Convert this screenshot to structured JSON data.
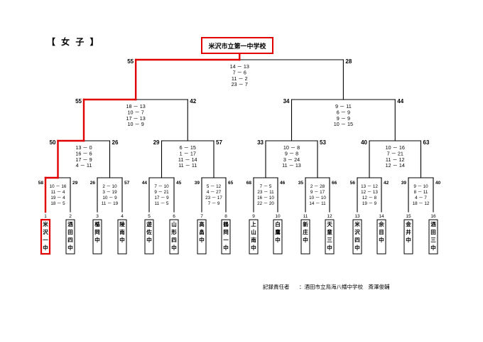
{
  "page": {
    "heading": "【 女 子 】",
    "champion": "米沢市立第一中学校",
    "footer_label": "記録責任者",
    "footer_value": "：酒田市立鳥海八幡中学校　斎澤俊輔"
  },
  "colors": {
    "win": "#e00000",
    "lose": "#000000"
  },
  "teams": [
    {
      "n": "1",
      "name": "米沢一中"
    },
    {
      "n": "2",
      "name": "酒田四中"
    },
    {
      "n": "3",
      "name": "楯岡中"
    },
    {
      "n": "4",
      "name": "陵南中"
    },
    {
      "n": "5",
      "name": "遊佐中"
    },
    {
      "n": "6",
      "name": "山形四中"
    },
    {
      "n": "7",
      "name": "高畠中"
    },
    {
      "n": "8",
      "name": "鶴岡一中"
    },
    {
      "n": "9",
      "name": "上山南中"
    },
    {
      "n": "10",
      "name": "白鷹中"
    },
    {
      "n": "11",
      "name": "新庄中"
    },
    {
      "n": "12",
      "name": "天童三中"
    },
    {
      "n": "13",
      "name": "米沢四中"
    },
    {
      "n": "14",
      "name": "余目中"
    },
    {
      "n": "15",
      "name": "金井中"
    },
    {
      "n": "16",
      "name": "酒田三中"
    }
  ],
  "rounds": [
    [
      {
        "ls": "58",
        "rs": "29",
        "w": "L",
        "q": [
          "10 － 16",
          "11 － 4",
          "19 － 4",
          "18 － 5"
        ]
      },
      {
        "ls": "26",
        "rs": "57",
        "w": "R",
        "q": [
          "2 － 10",
          "3 － 19",
          "10 － 9",
          "11 － 19"
        ]
      },
      {
        "ls": "44",
        "rs": "45",
        "w": "R",
        "q": [
          "7 － 10",
          "9 － 21",
          "17 － 9",
          "11 － 5"
        ]
      },
      {
        "ls": "39",
        "rs": "65",
        "w": "R",
        "q": [
          "5 － 12",
          "4 － 27",
          "23 － 17",
          "7 － 9"
        ]
      },
      {
        "ls": "68",
        "rs": "46",
        "w": "L",
        "q": [
          "7 － 5",
          "23 － 11",
          "16 － 10",
          "22 － 20"
        ]
      },
      {
        "ls": "35",
        "rs": "66",
        "w": "R",
        "q": [
          "2 － 28",
          "9 － 17",
          "10 － 10",
          "14 － 11"
        ]
      },
      {
        "ls": "56",
        "rs": "42",
        "w": "L",
        "q": [
          "13 － 12",
          "12 － 13",
          "12 － 8",
          "19 － 9"
        ]
      },
      {
        "ls": "39",
        "rs": "40",
        "w": "R",
        "q": [
          "9 － 10",
          "8 － 11",
          "4 － 7",
          "18 － 12"
        ]
      }
    ],
    [
      {
        "ls": "50",
        "rs": "26",
        "w": "L",
        "q": [
          "13 － 0",
          "16 － 6",
          "17 － 9",
          "4 － 11"
        ]
      },
      {
        "ls": "29",
        "rs": "57",
        "w": "R",
        "q": [
          "6 － 15",
          "1 － 17",
          "11 － 14",
          "11 － 11"
        ]
      },
      {
        "ls": "33",
        "rs": "53",
        "w": "L",
        "q": [
          "10 － 8",
          "9 － 8",
          "3 － 24",
          "11 － 13"
        ]
      },
      {
        "ls": "40",
        "rs": "63",
        "w": "R",
        "q": [
          "10 － 16",
          "7 － 21",
          "11 － 12",
          "12 － 14"
        ]
      }
    ],
    [
      {
        "ls": "55",
        "rs": "42",
        "w": "L",
        "q": [
          "18 － 13",
          "10 － 7",
          "17 － 13",
          "10 － 9"
        ]
      },
      {
        "ls": "34",
        "rs": "44",
        "w": "R",
        "q": [
          "9 － 11",
          "6 － 9",
          "9 － 9",
          "10 － 15"
        ]
      }
    ],
    [
      {
        "ls": "55",
        "rs": "28",
        "w": "L",
        "q": [
          "14 － 13",
          "7 － 6",
          "11 － 2",
          "23 － 7"
        ]
      }
    ]
  ]
}
